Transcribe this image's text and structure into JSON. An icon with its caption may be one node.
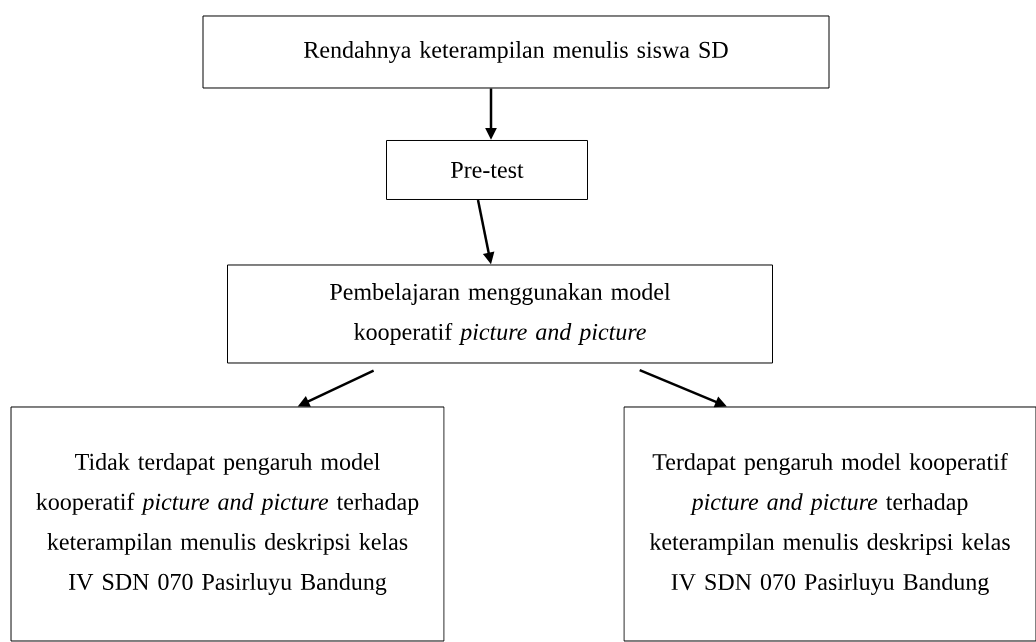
{
  "diagram": {
    "nodes": [
      {
        "text": [
          "Rendahnya keterampilan menulis siswa SD"
        ]
      },
      {
        "text": [
          "Pre-test"
        ]
      },
      {
        "text": [
          "Pembelajaran menggunakan model kooperatif *picture and picture*"
        ]
      },
      {
        "text": [
          "Tidak terdapat pengaruh model kooperatif *picture and picture* terhadap keterampilan menulis deskripsi kelas IV SDN 070 Pasirluyu Bandung"
        ]
      },
      {
        "text": [
          "Terdapat pengaruh model kooperatif *picture and picture* terhadap keterampilan menulis deskripsi kelas IV SDN 070 Pasirluyu Bandung"
        ]
      }
    ],
    "edges": [
      {
        "from": 0,
        "to": 1,
        "arrow": "to"
      },
      {
        "from": 1,
        "to": 2,
        "arrow": "to"
      },
      {
        "from": 2,
        "to": 3,
        "arrow": "to"
      },
      {
        "from": 2,
        "to": 4,
        "arrow": "to"
      }
    ]
  }
}
